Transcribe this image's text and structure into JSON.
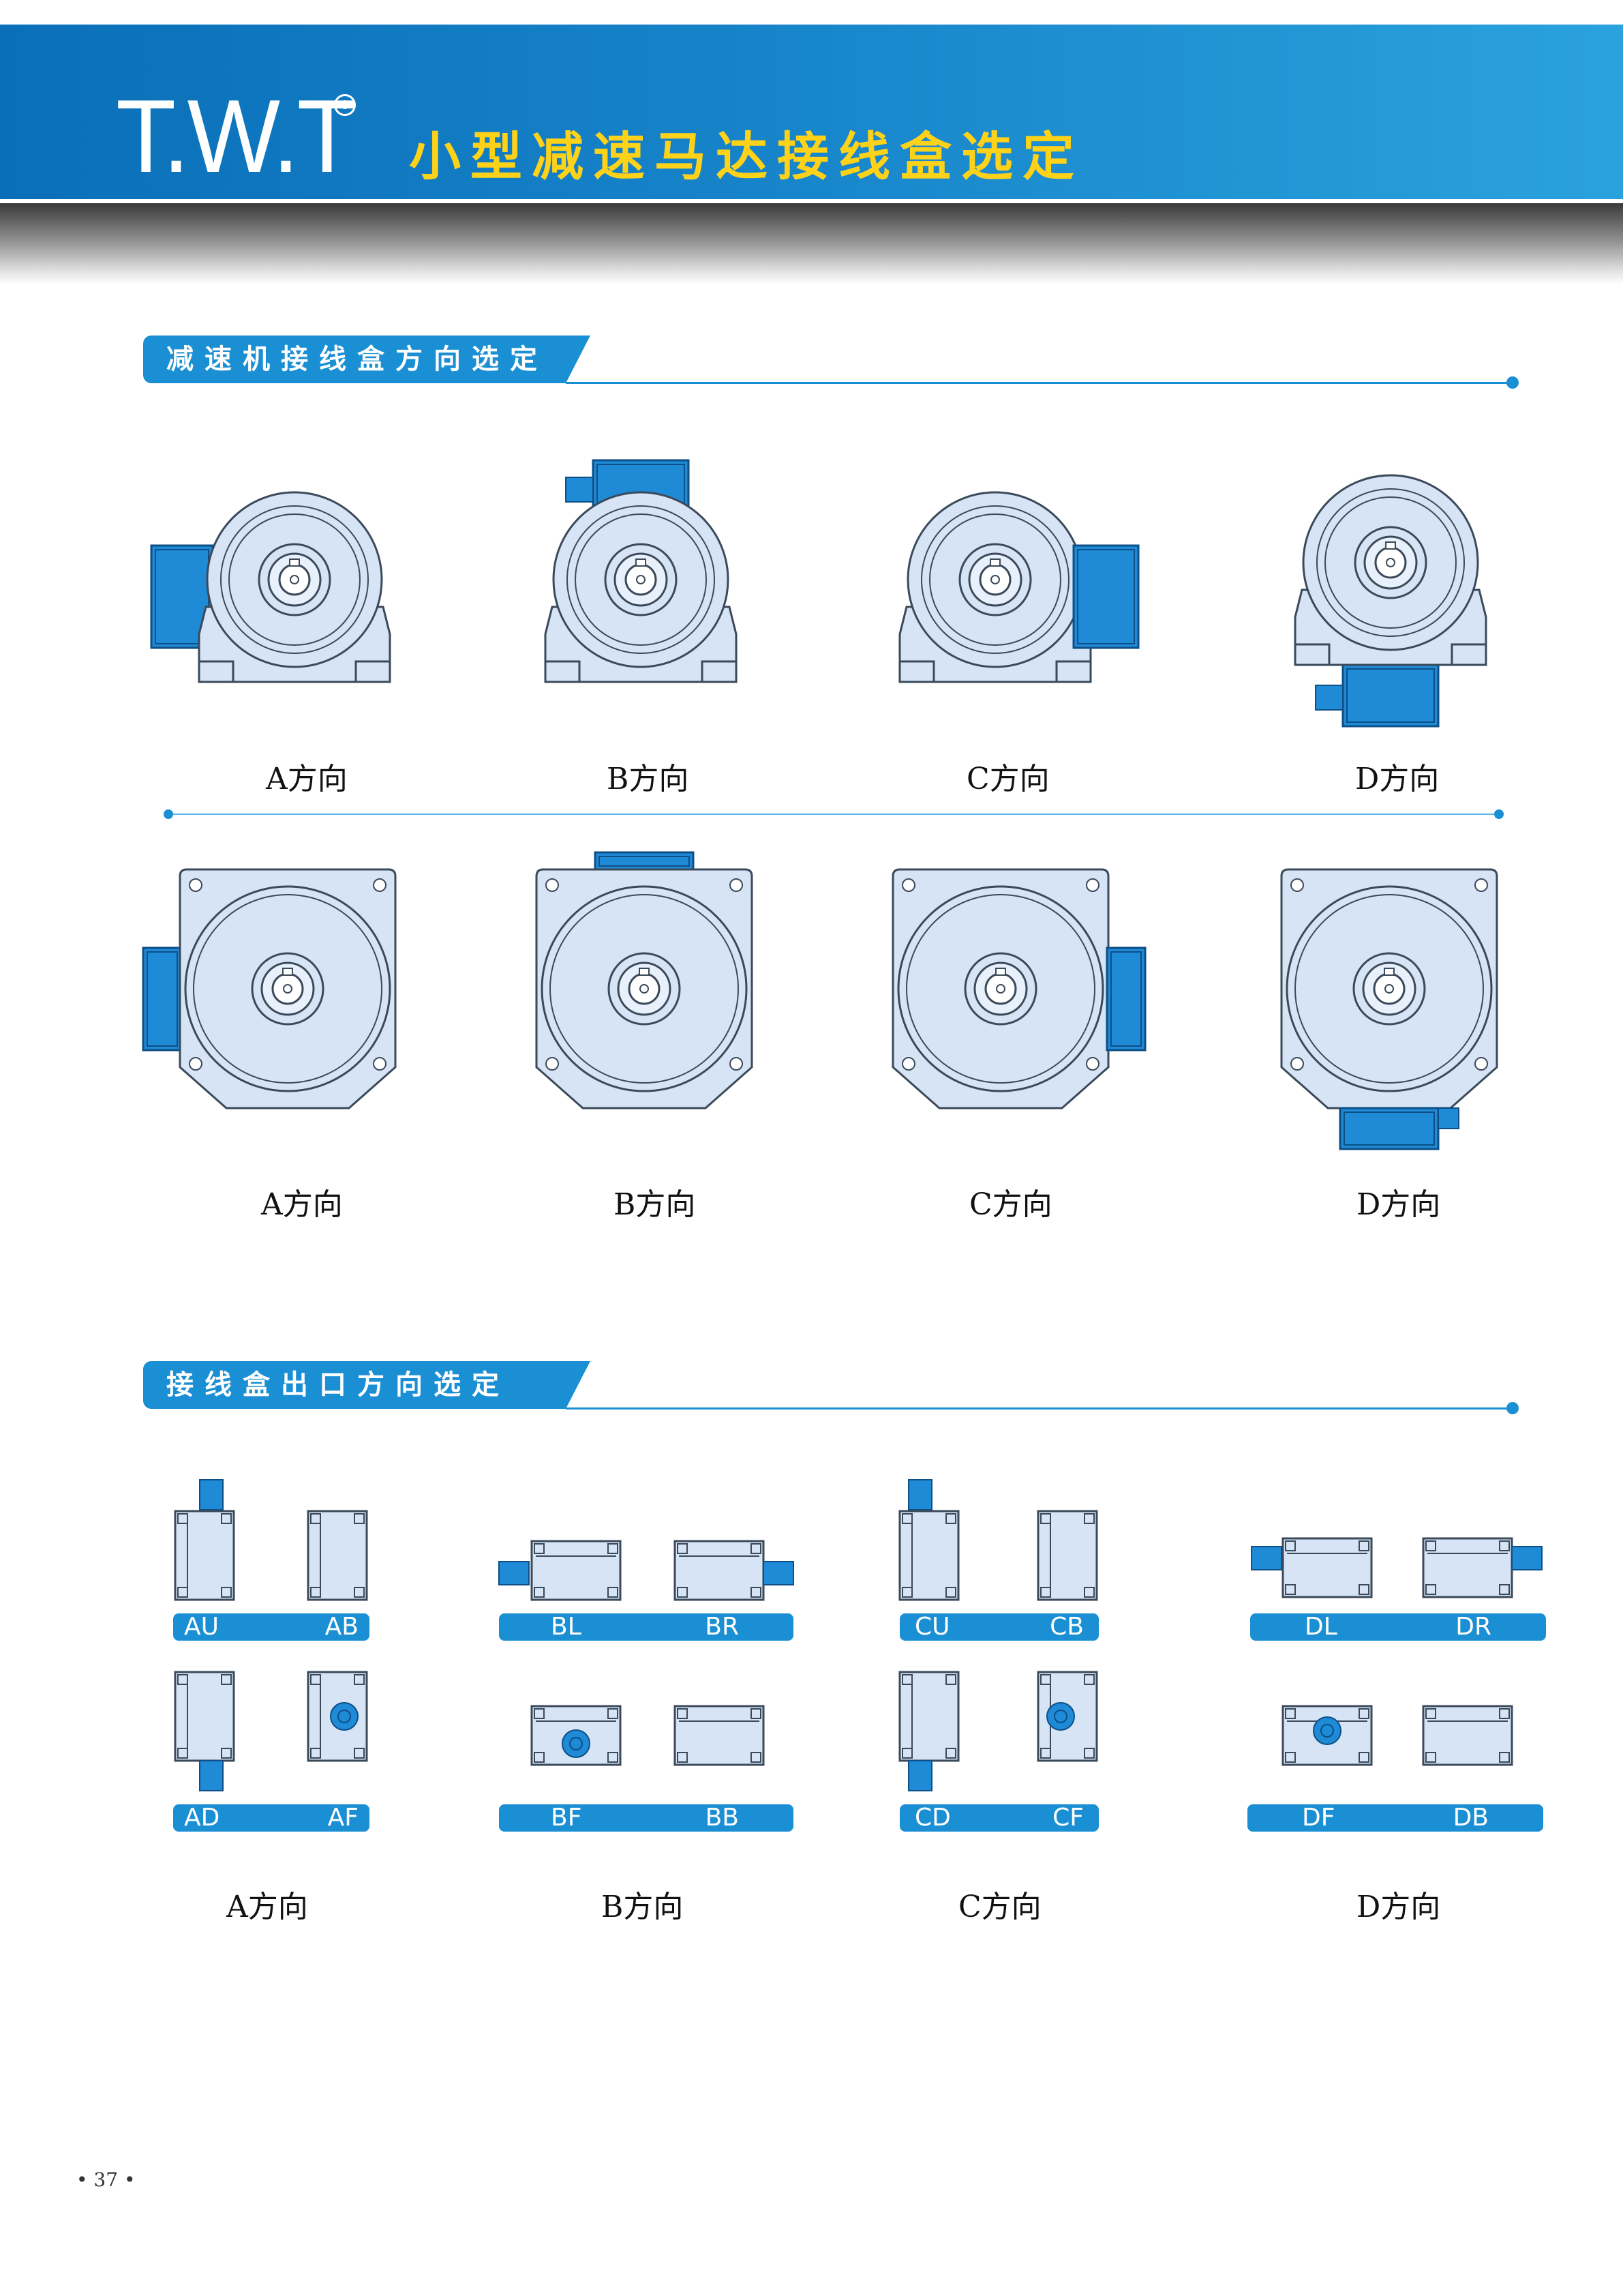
{
  "header": {
    "logo_text": "T.W.T",
    "logo_mark": "®",
    "title": "小型减速马达接线盒选定"
  },
  "sections": [
    {
      "title": "减速机接线盒方向选定"
    },
    {
      "title": "接线盒出口方向选定"
    }
  ],
  "side_view": {
    "captions": [
      "A方向",
      "B方向",
      "C方向",
      "D方向"
    ]
  },
  "front_view": {
    "captions": [
      "A方向",
      "B方向",
      "C方向",
      "D方向"
    ]
  },
  "outlet": {
    "groups": [
      {
        "caption": "A方向",
        "top_labels": [
          "AU",
          "AB"
        ],
        "bottom_labels": [
          "AD",
          "AF"
        ]
      },
      {
        "caption": "B方向",
        "top_labels": [
          "BL",
          "BR"
        ],
        "bottom_labels": [
          "BF",
          "BB"
        ]
      },
      {
        "caption": "C方向",
        "top_labels": [
          "CU",
          "CB"
        ],
        "bottom_labels": [
          "CD",
          "CF"
        ]
      },
      {
        "caption": "D方向",
        "top_labels": [
          "DL",
          "DR"
        ],
        "bottom_labels": [
          "DF",
          "DB"
        ]
      }
    ]
  },
  "footer": {
    "page_number": "• 37 •"
  },
  "colors": {
    "brand_blue": "#1a8fd4",
    "accent_yellow": "#ffd21a",
    "motor_fill": "#d6e4f5",
    "box_blue": "#1f8ad6"
  },
  "icons": [
    "motor-side-icon",
    "motor-front-icon",
    "terminal-box-icon",
    "cable-gland-icon"
  ]
}
